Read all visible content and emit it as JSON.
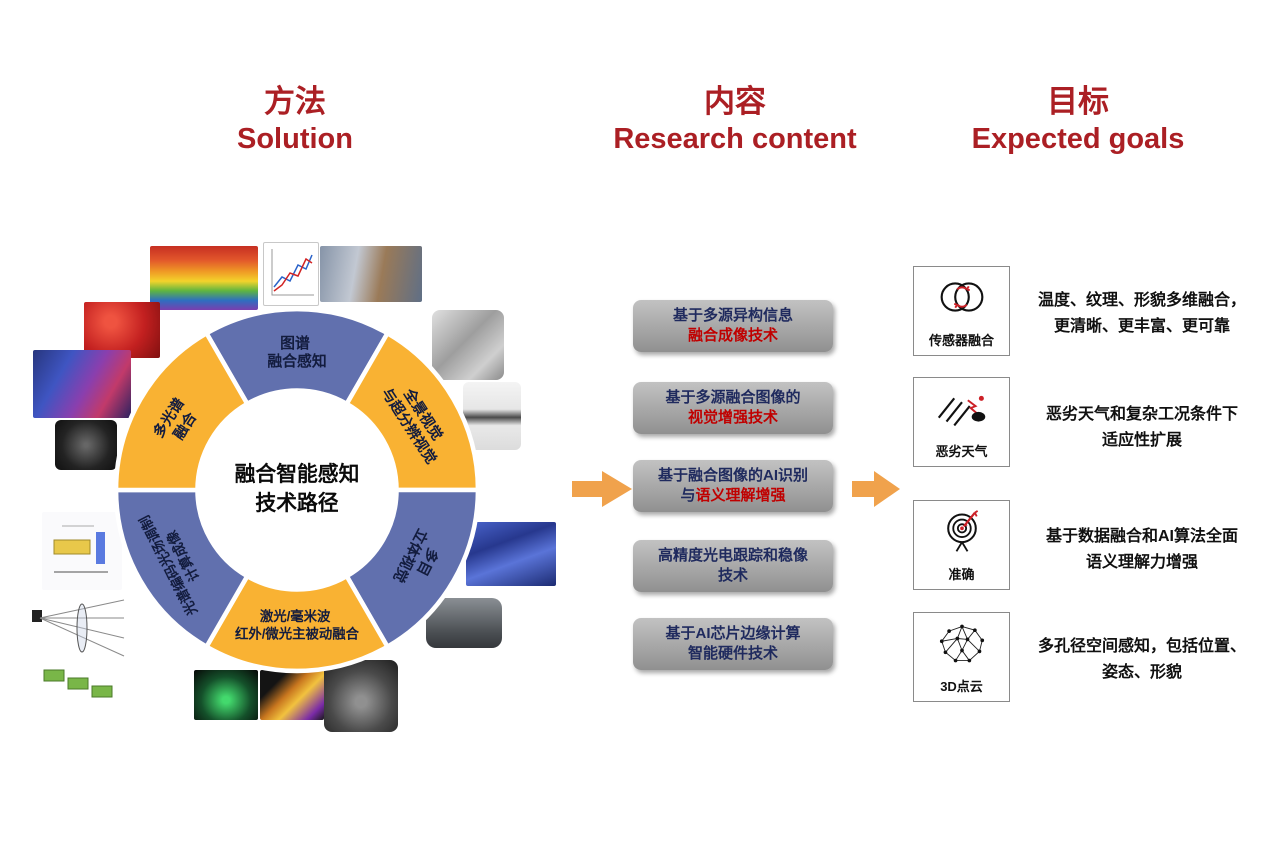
{
  "headers": {
    "solution": {
      "zh": "方法",
      "en": "Solution"
    },
    "research": {
      "zh": "内容",
      "en": "Research content"
    },
    "goals": {
      "zh": "目标",
      "en": "Expected goals"
    }
  },
  "wheel": {
    "center": {
      "line1": "融合智能感知",
      "line2": "技术路径"
    },
    "segments": [
      {
        "line1": "图谱",
        "line2": "融合感知",
        "color": "#6170ae"
      },
      {
        "line1": "全景视觉",
        "line2": "与超分辨视觉",
        "color": "#f9b233"
      },
      {
        "line1": "多目",
        "line2": "立体视觉",
        "color": "#6170ae"
      },
      {
        "line1": "激光/毫米波",
        "line2": "红外/微光主被动融合",
        "color": "#f9b233"
      },
      {
        "line1": "光谱编码光场调制",
        "line2": "计算成像",
        "color": "#6170ae"
      },
      {
        "line1": "多光谱",
        "line2": "融合",
        "color": "#f9b233"
      }
    ]
  },
  "research_boxes": [
    {
      "line1": "基于多源异构信息",
      "line2_dark": "",
      "line2_red": "融合成像技术"
    },
    {
      "line1": "基于多源融合图像的",
      "line2_dark": "",
      "line2_red": "视觉增强技术"
    },
    {
      "line1": "基于融合图像的AI识别",
      "line2_dark": "与",
      "line2_red": "语义理解增强"
    },
    {
      "line1": "高精度光电跟踪和稳像",
      "line2_dark": "技术",
      "line2_red": ""
    },
    {
      "line1": "基于AI芯片边缘计算",
      "line2_dark": "智能硬件技术",
      "line2_red": ""
    }
  ],
  "goal_items": [
    {
      "icon": "sensor-fusion-icon",
      "label": "传感器融合",
      "line1": "温度、纹理、形貌多维融合，",
      "line2": "更清晰、更丰富、更可靠"
    },
    {
      "icon": "bad-weather-icon",
      "label": "恶劣天气",
      "line1": "恶劣天气和复杂工况条件下",
      "line2": "适应性扩展"
    },
    {
      "icon": "accuracy-target-icon",
      "label": "准确",
      "line1": "基于数据融合和AI算法全面",
      "line2": "语义理解力增强"
    },
    {
      "icon": "point-cloud-icon",
      "label": "3D点云",
      "line1": "多孔径空间感知，包括位置、",
      "line2": "姿态、形貌"
    }
  ],
  "colors": {
    "header_red": "#ab1f24",
    "wheel_blue": "#6170ae",
    "wheel_yellow": "#f9b233",
    "arrow_orange": "#f0a24c",
    "research_text_dark": "#1f2a5e",
    "research_text_red": "#c00000"
  }
}
